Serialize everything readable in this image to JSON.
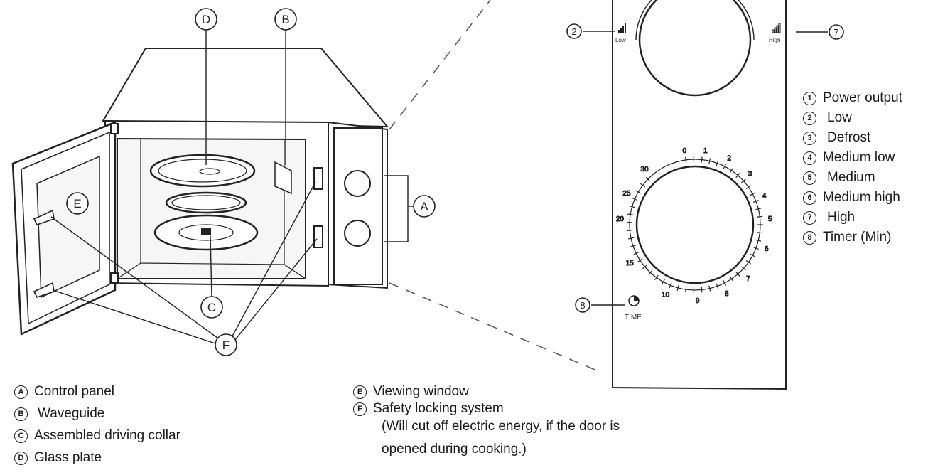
{
  "callouts": {
    "a": "A",
    "b": "B",
    "c": "C",
    "d": "D",
    "e": "E",
    "f": "F",
    "n2": "2",
    "n7": "7",
    "n8": "8"
  },
  "panel": {
    "low_label": "Low",
    "high_label": "High",
    "time_label": "TIME",
    "timer_ticks": [
      "0",
      "1",
      "2",
      "3",
      "4",
      "5",
      "6",
      "7",
      "8",
      "9",
      "10",
      "15",
      "20",
      "25",
      "30"
    ]
  },
  "legend_left": [
    {
      "marker": "A",
      "text": "Control panel"
    },
    {
      "marker": "B",
      "text": "Waveguide"
    },
    {
      "marker": "C",
      "text": "Assembled driving collar"
    },
    {
      "marker": "D",
      "text": "Glass plate"
    }
  ],
  "legend_mid": {
    "items": [
      {
        "marker": "E",
        "text": "Viewing window"
      },
      {
        "marker": "F",
        "text": "Safety locking system"
      }
    ],
    "note_line1": "(Will cut off electric energy, if the door is",
    "note_line2": "opened during cooking.)"
  },
  "legend_right": [
    {
      "marker": "1",
      "text": "Power output"
    },
    {
      "marker": "2",
      "text": "Low"
    },
    {
      "marker": "3",
      "text": "Defrost"
    },
    {
      "marker": "4",
      "text": "Medium low"
    },
    {
      "marker": "5",
      "text": "Medium"
    },
    {
      "marker": "6",
      "text": "Medium high"
    },
    {
      "marker": "7",
      "text": "High"
    },
    {
      "marker": "8",
      "text": "Timer (Min)"
    }
  ]
}
